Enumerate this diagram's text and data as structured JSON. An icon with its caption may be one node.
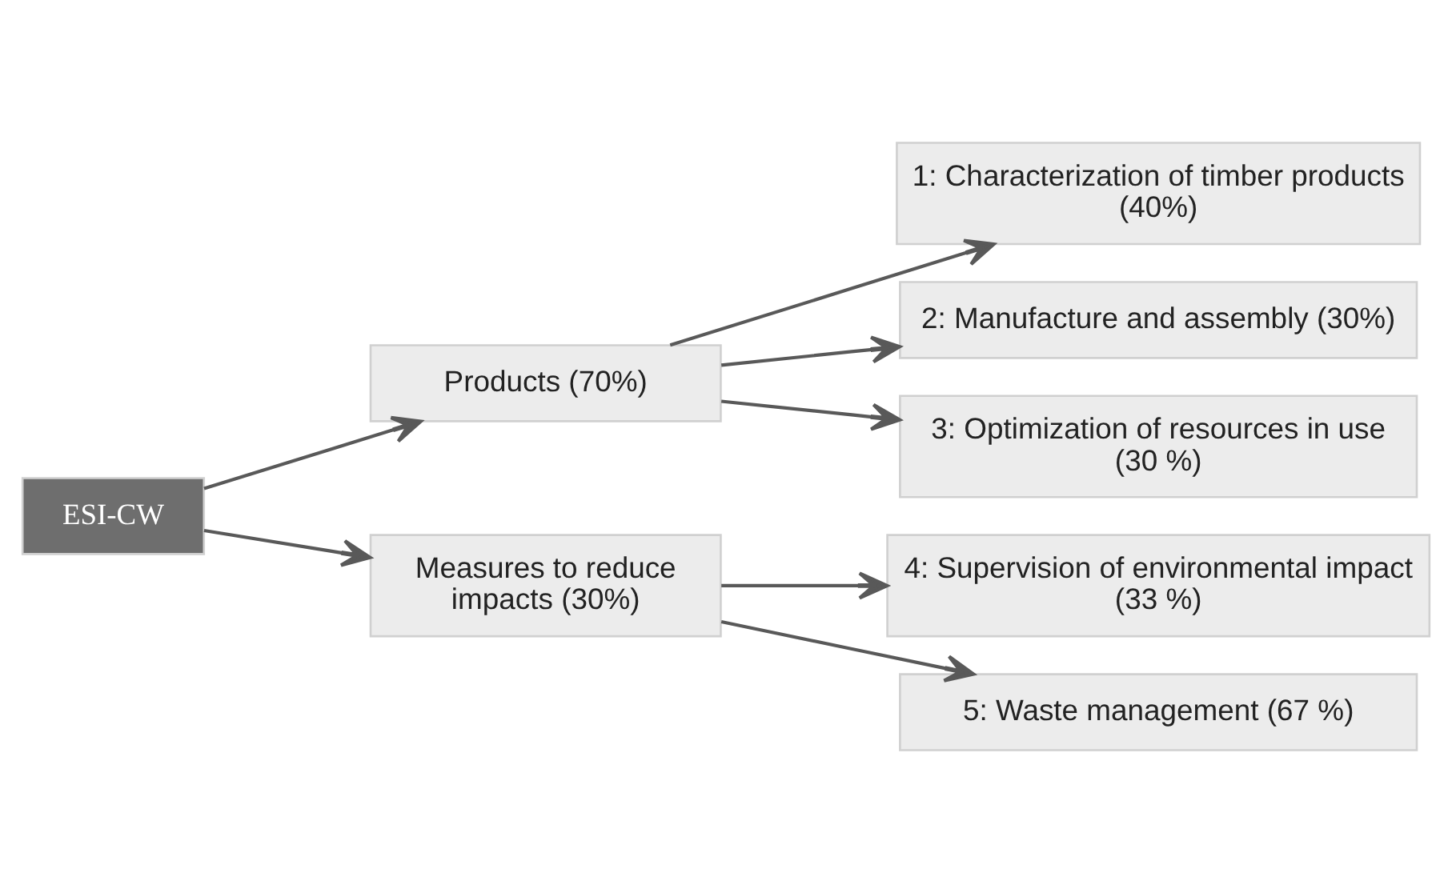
{
  "diagram": {
    "nodes": [
      {
        "text": [
          "ESI-CW"
        ]
      },
      {
        "text": [
          "Products (70%)"
        ]
      },
      {
        "text": [
          "Measures to reduce impacts (30%)"
        ]
      },
      {
        "text": [
          "1: Characterization of timber products (40%)"
        ]
      },
      {
        "text": [
          "2: Manufacture and assembly (30%)"
        ]
      },
      {
        "text": [
          "3: Optimization of resources in use (30 %)"
        ]
      },
      {
        "text": [
          "4: Supervision of environmental impact (33 %)"
        ]
      },
      {
        "text": [
          "5: Waste management (67 %)"
        ]
      }
    ],
    "edges": [
      {
        "from": 0,
        "to": 1,
        "arrow": "to"
      },
      {
        "from": 0,
        "to": 2,
        "arrow": "to"
      },
      {
        "from": 1,
        "to": 3,
        "arrow": "to"
      },
      {
        "from": 1,
        "to": 4,
        "arrow": "to"
      },
      {
        "from": 1,
        "to": 5,
        "arrow": "to"
      },
      {
        "from": 2,
        "to": 6,
        "arrow": "to"
      },
      {
        "from": 2,
        "to": 7,
        "arrow": "to"
      }
    ]
  }
}
